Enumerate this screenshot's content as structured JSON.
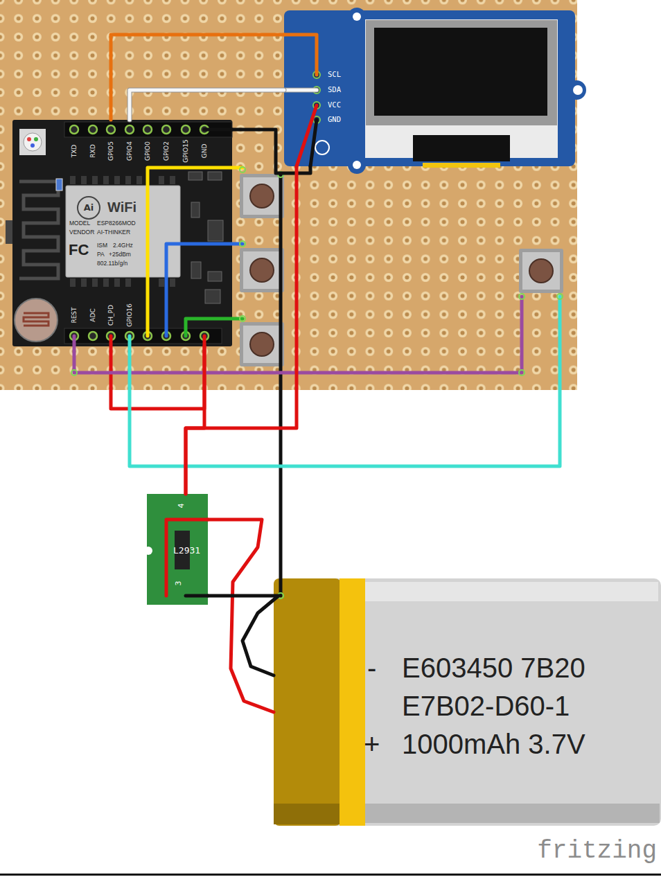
{
  "diagram": {
    "nodes": [
      {
        "text": [
          "SCL",
          "SDA",
          "VCC",
          "GND"
        ]
      },
      {
        "text": [
          "TXD",
          "RXD",
          "GPIO5",
          "GPIO4",
          "GPIO0",
          "GPIO2",
          "GPIO15",
          "GND",
          "REST",
          "ADC",
          "CH_PD",
          "GPIO16"
        ]
      },
      {
        "text": [
          "Ai",
          "WiFi",
          "MODEL",
          "ESP8266MOD",
          "VENDOR",
          "AI-THINKER",
          "FC",
          "ISM",
          "2.4GHz",
          "PA",
          "+25dBm",
          "802.11b/g/n"
        ],
        "in": 1
      },
      {
        "text": [
          "4",
          "L2931",
          "3"
        ]
      },
      {
        "text": [
          "-",
          "E603450 7B20",
          "E7B02-D60-1",
          "+",
          "1000mAh 3.7V"
        ]
      }
    ],
    "edges": [
      {
        "from": 1,
        "to": 0,
        "arrow": "none"
      },
      {
        "from": 1,
        "to": 0,
        "arrow": "none"
      },
      {
        "from": 1,
        "to": 0,
        "arrow": "none"
      },
      {
        "from": 3,
        "to": 0,
        "arrow": "none"
      },
      {
        "from": 3,
        "to": 1,
        "arrow": "none"
      },
      {
        "from": 4,
        "to": 3,
        "arrow": "none"
      },
      {
        "from": 4,
        "to": 3,
        "arrow": "none"
      }
    ],
    "labels": [
      "fritzing"
    ]
  }
}
